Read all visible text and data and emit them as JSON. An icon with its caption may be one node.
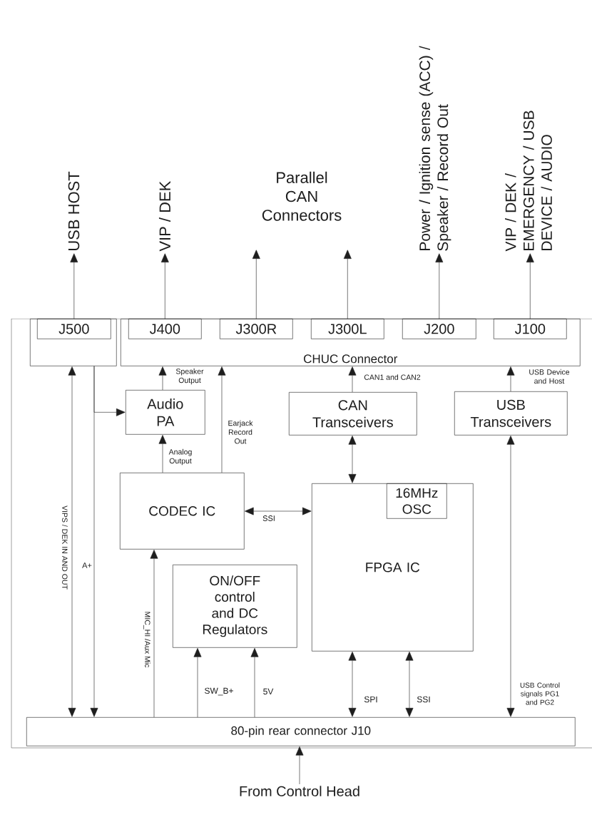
{
  "diagram": {
    "nodes": [
      {
        "text": [
          "USB HOST"
        ]
      },
      {
        "text": [
          "VIP / DEK"
        ]
      },
      {
        "text": [
          "Parallel CAN Connectors"
        ]
      },
      {
        "text": [
          "Power / Ignition sense (ACC) / Speaker / Record Out"
        ]
      },
      {
        "text": [
          "VIP / DEK / EMERGENCY / USB DEVICE / AUDIO"
        ]
      },
      {
        "text": [],
        "shape": "box"
      },
      {
        "text": [
          "J500"
        ],
        "in": 5
      },
      {
        "text": [
          "CHUC Connector"
        ]
      },
      {
        "text": [
          "J400"
        ],
        "in": 7
      },
      {
        "text": [
          "J300R"
        ],
        "in": 7
      },
      {
        "text": [
          "J300L"
        ],
        "in": 7
      },
      {
        "text": [
          "J200"
        ],
        "in": 7
      },
      {
        "text": [
          "J100"
        ],
        "in": 7
      },
      {
        "text": [
          "Audio PA"
        ]
      },
      {
        "text": [
          "CAN Transceivers"
        ]
      },
      {
        "text": [
          "USB Transceivers"
        ]
      },
      {
        "text": [
          "CODEC IC"
        ]
      },
      {
        "text": [
          "FPGA IC"
        ]
      },
      {
        "text": [
          "16MHz OSC"
        ],
        "in": 17
      },
      {
        "text": [
          "ON/OFF control and DC Regulators"
        ]
      },
      {
        "text": [
          "80-pin rear connector J10"
        ]
      },
      {
        "text": [
          "From Control Head"
        ]
      }
    ],
    "edges": [
      {
        "from": 6,
        "to": 0,
        "arrow": "to"
      },
      {
        "from": 8,
        "to": 1,
        "arrow": "to"
      },
      {
        "from": 9,
        "to": 2,
        "arrow": "to"
      },
      {
        "from": 10,
        "to": 2,
        "arrow": "to"
      },
      {
        "from": 11,
        "to": 3,
        "arrow": "to"
      },
      {
        "from": 12,
        "to": 4,
        "arrow": "to"
      },
      {
        "from": 20,
        "to": 5,
        "arrow": "both",
        "label": "VIPS / DEK IN AND OUT"
      },
      {
        "from": 5,
        "to": 20,
        "arrow": "to",
        "label": "A+"
      },
      {
        "from": 5,
        "to": 13,
        "arrow": "to"
      },
      {
        "from": 13,
        "to": 7,
        "arrow": "to",
        "label": "Speaker Output"
      },
      {
        "from": 16,
        "to": 13,
        "arrow": "to",
        "label": "Analog Output"
      },
      {
        "from": 16,
        "to": 7,
        "arrow": "to",
        "label": "Earjack Record Out"
      },
      {
        "from": 14,
        "to": 7,
        "arrow": "to",
        "label": "CAN1 and CAN2"
      },
      {
        "from": 15,
        "to": 7,
        "arrow": "to",
        "label": "USB Device and Host"
      },
      {
        "from": 14,
        "to": 17,
        "arrow": "both"
      },
      {
        "from": 16,
        "to": 17,
        "arrow": "both",
        "label": "SSI"
      },
      {
        "from": 20,
        "to": 16,
        "arrow": "to",
        "label": "MIC_HI /Aux Mic"
      },
      {
        "from": 20,
        "to": 19,
        "arrow": "to",
        "label": "SW_B+"
      },
      {
        "from": 20,
        "to": 19,
        "arrow": "to",
        "label": "5V"
      },
      {
        "from": 20,
        "to": 17,
        "arrow": "both",
        "label": "SPI"
      },
      {
        "from": 20,
        "to": 17,
        "arrow": "both",
        "label": "SSI"
      },
      {
        "from": 20,
        "to": 15,
        "arrow": "both",
        "label": "USB Control signals PG1 and PG2"
      },
      {
        "from": 21,
        "to": 20,
        "arrow": "to"
      }
    ]
  }
}
